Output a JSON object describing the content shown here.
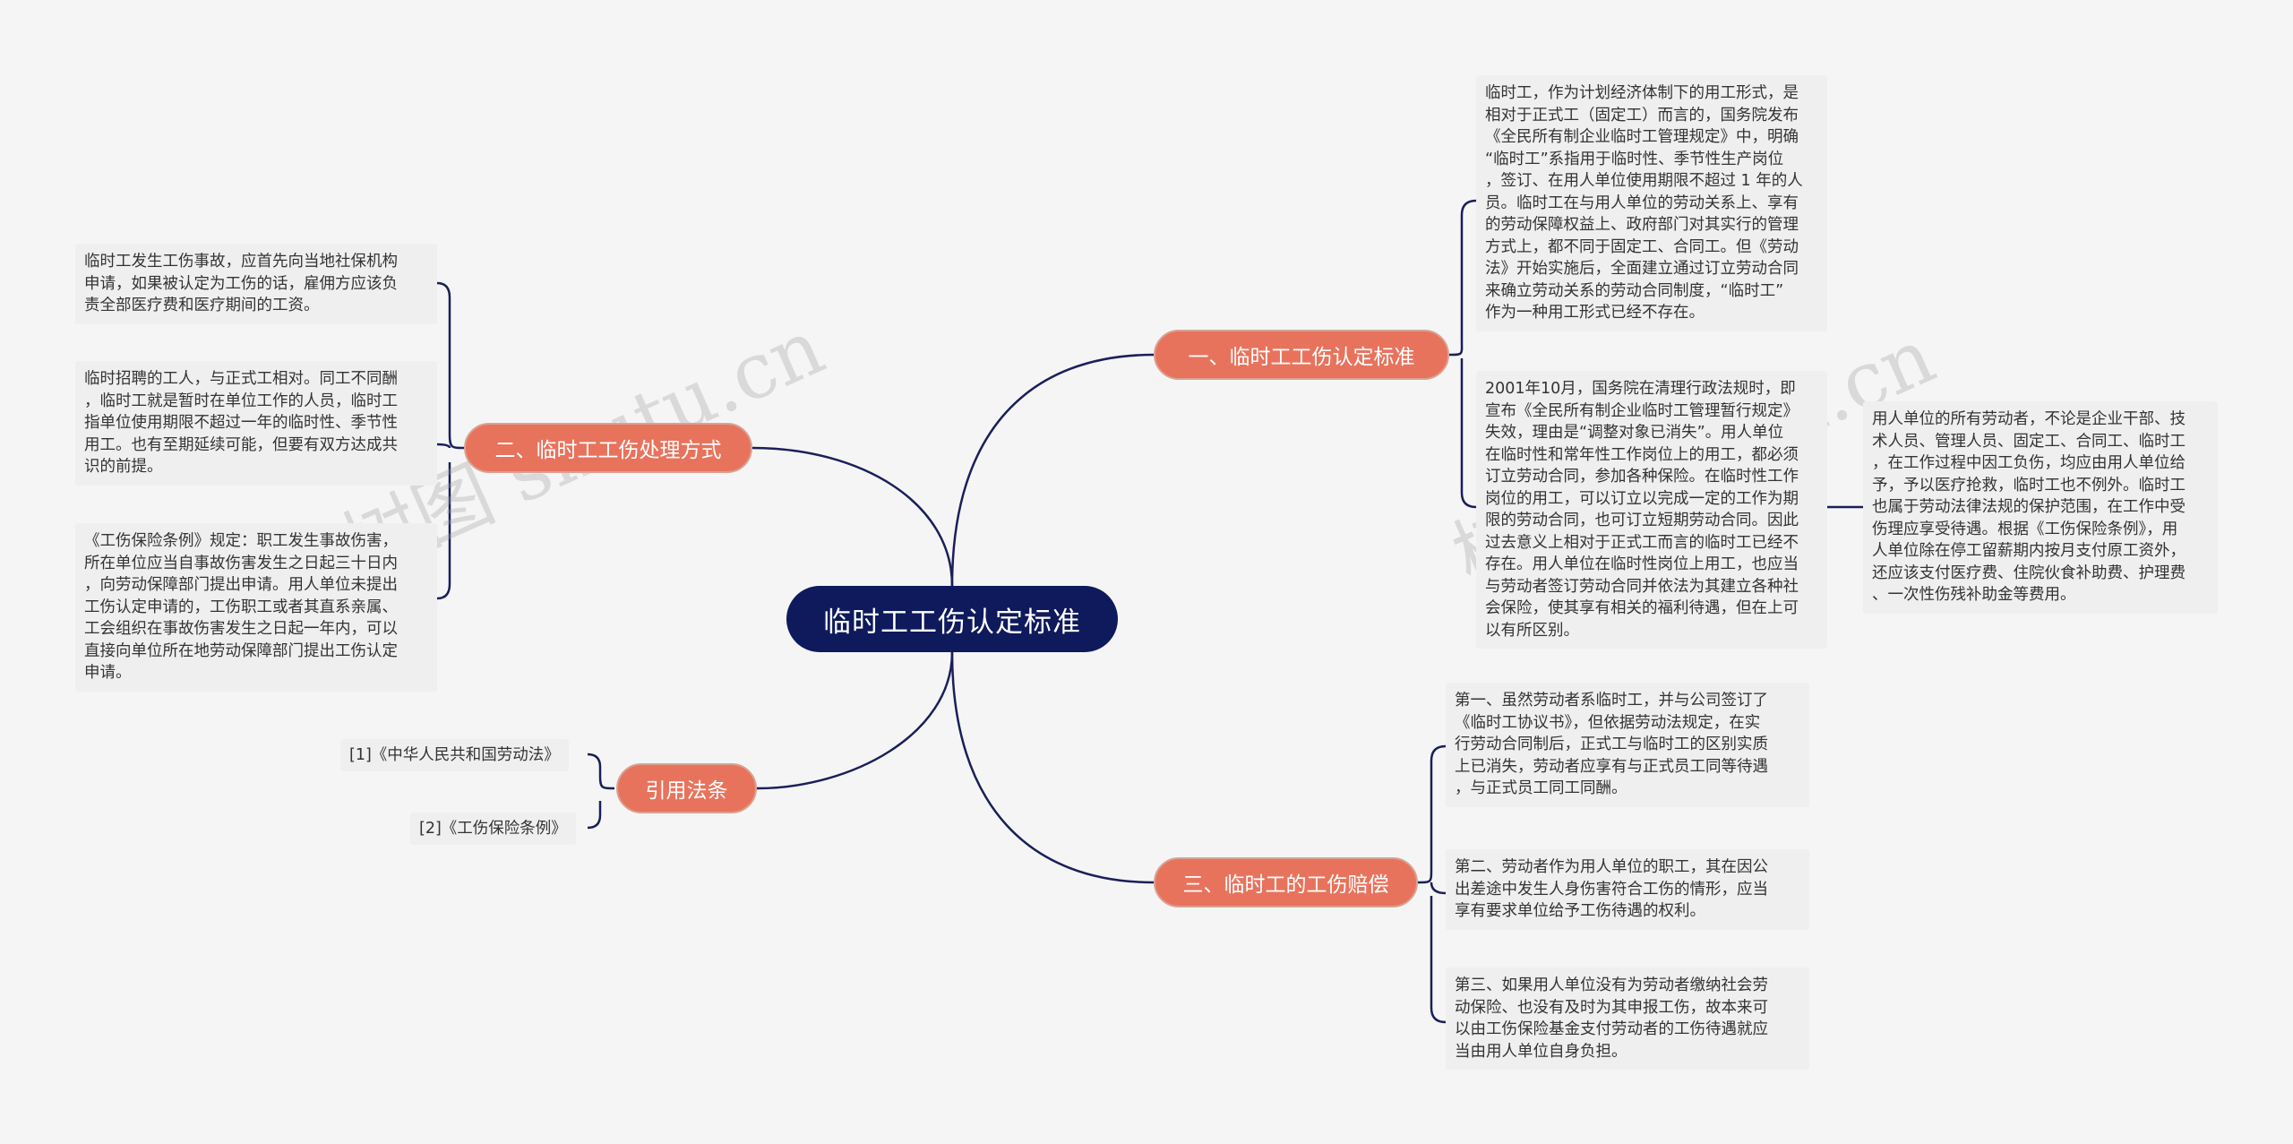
{
  "root": {
    "label": "临时工工伤认定标准"
  },
  "branches": {
    "b1": {
      "label": "一、临时工工伤认定标准"
    },
    "b2": {
      "label": "二、临时工工伤处理方式"
    },
    "b3": {
      "label": "三、临时工的工伤赔偿"
    },
    "b4": {
      "label": "引用法条"
    }
  },
  "leaves": {
    "b1_1": "临时工，作为计划经济体制下的用工形式，是\n相对于正式工（固定工）而言的，国务院发布\n《全民所有制企业临时工管理规定》中，明确\n“临时工”系指用于临时性、季节性生产岗位\n，签订、在用人单位使用期限不超过 1 年的人\n员。临时工在与用人单位的劳动关系上、享有\n的劳动保障权益上、政府部门对其实行的管理\n方式上，都不同于固定工、合同工。但《劳动\n法》开始实施后，全面建立通过订立劳动合同\n来确立劳动关系的劳动合同制度，“临时工”\n作为一种用工形式已经不存在。",
    "b1_2": "2001年10月，国务院在清理行政法规时，即\n宣布《全民所有制企业临时工管理暂行规定》\n失效，理由是“调整对象已消失”。用人单位\n在临时性和常年性工作岗位上的用工，都必须\n订立劳动合同，参加各种保险。在临时性工作\n岗位的用工，可以订立以完成一定的工作为期\n限的劳动合同，也可订立短期劳动合同。因此\n过去意义上相对于正式工而言的临时工已经不\n存在。用人单位在临时性岗位上用工，也应当\n与劳动者签订劳动合同并依法为其建立各种社\n会保险，使其享有相关的福利待遇，但在上可\n以有所区别。",
    "b1_2_1": "用人单位的所有劳动者，不论是企业干部、技\n术人员、管理人员、固定工、合同工、临时工\n，在工作过程中因工负伤，均应由用人单位给\n予，予以医疗抢救，临时工也不例外。临时工\n也属于劳动法律法规的保护范围，在工作中受\n伤理应享受待遇。根据《工伤保险条例》，用\n人单位除在停工留薪期内按月支付原工资外，\n还应该支付医疗费、住院伙食补助费、护理费\n、一次性伤残补助金等费用。",
    "b2_1": "临时工发生工伤事故，应首先向当地社保机构\n申请，如果被认定为工伤的话，雇佣方应该负\n责全部医疗费和医疗期间的工资。",
    "b2_2": "临时招聘的工人，与正式工相对。同工不同酬\n，临时工就是暂时在单位工作的人员，临时工\n指单位使用期限不超过一年的临时性、季节性\n用工。也有至期延续可能，但要有双方达成共\n识的前提。",
    "b2_3": "《工伤保险条例》规定：职工发生事故伤害，\n所在单位应当自事故伤害发生之日起三十日内\n，向劳动保障部门提出申请。用人单位未提出\n工伤认定申请的，工伤职工或者其直系亲属、\n工会组织在事故伤害发生之日起一年内，可以\n直接向单位所在地劳动保障部门提出工伤认定\n申请。",
    "b3_1": "第一、虽然劳动者系临时工，并与公司签订了\n《临时工协议书》，但依据劳动法规定，在实\n行劳动合同制后，正式工与临时工的区别实质\n上已消失，劳动者应享有与正式员工同等待遇\n，与正式员工同工同酬。",
    "b3_2": "第二、劳动者作为用人单位的职工，其在因公\n出差途中发生人身伤害符合工伤的情形，应当\n享有要求单位给予工伤待遇的权利。",
    "b3_3": "第三、如果用人单位没有为劳动者缴纳社会劳\n动保险、也没有及时为其申报工伤，故本来可\n以由工伤保险基金支付劳动者的工伤待遇就应\n当由用人单位自身负担。",
    "b4_1": "[1]《中华人民共和国劳动法》",
    "b4_2": "[2]《工伤保险条例》"
  },
  "watermarks": {
    "w1": "树图 shutu.cn",
    "w2": "树图 shutu.cn"
  },
  "colors": {
    "root_bg": "#0f1a5c",
    "branch_bg": "#e8735d",
    "line": "#1a1f5a",
    "leaf_bg": "#efefef"
  }
}
